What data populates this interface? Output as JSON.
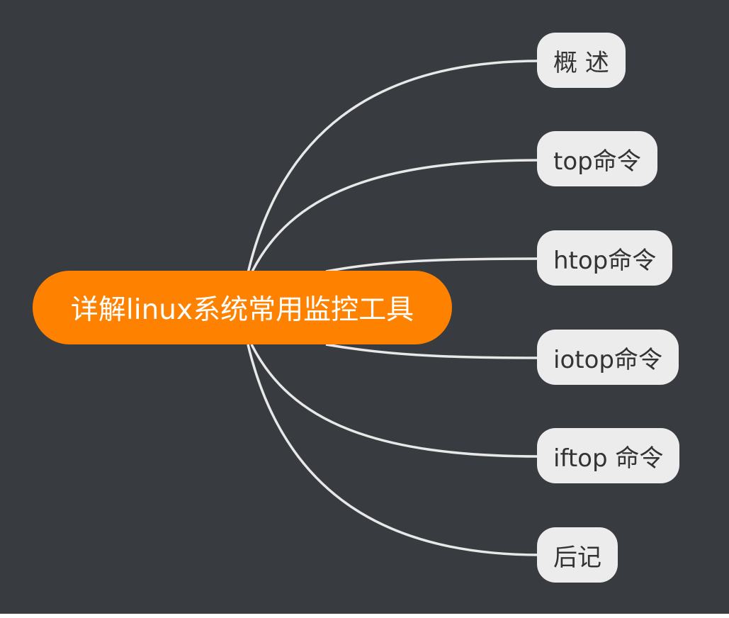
{
  "central_topic": "详解linux系统常用监控工具",
  "topics": [
    "概 述",
    "top命令",
    "htop命令",
    "iotop命令",
    "iftop 命令",
    "后记"
  ],
  "colors": {
    "background": "#383b40",
    "central_fill": "#ff8100",
    "topic_fill": "#ececec",
    "connector": "#e8e8e8"
  }
}
